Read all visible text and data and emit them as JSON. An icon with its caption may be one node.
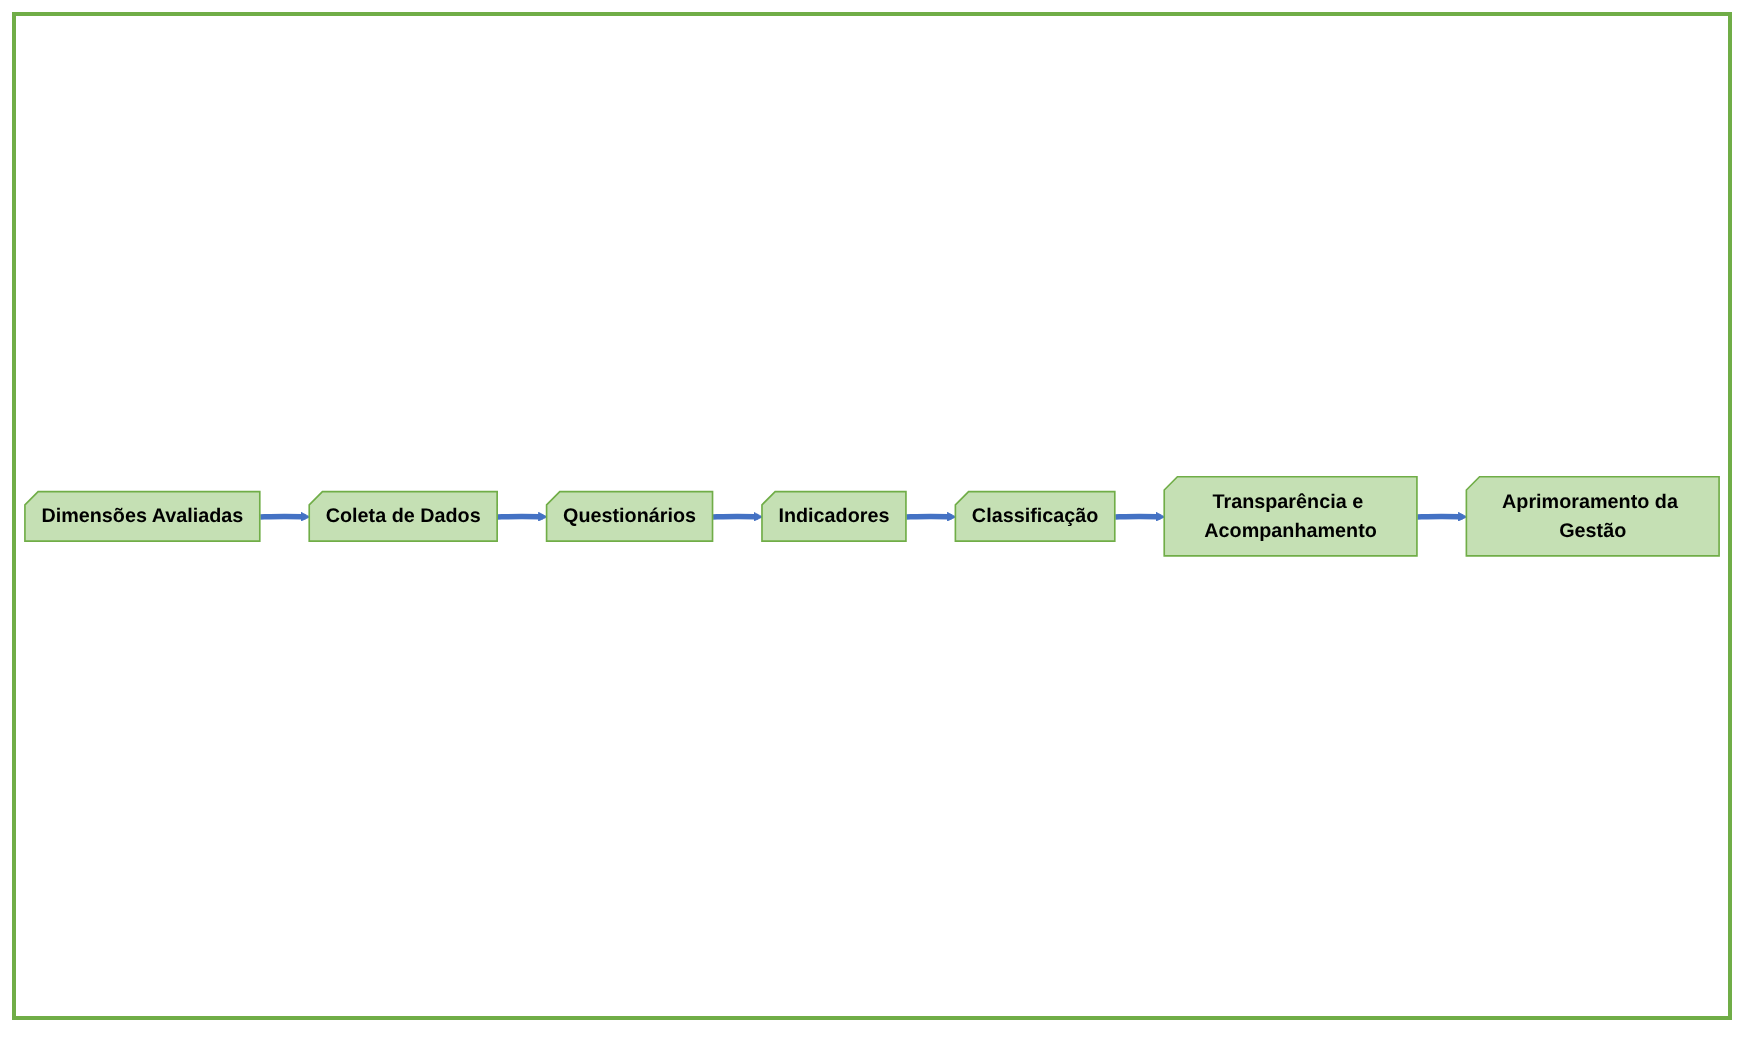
{
  "diagram": {
    "nodes": [
      {
        "text": [
          "Dimensões Avaliadas"
        ]
      },
      {
        "text": [
          "Coleta de Dados"
        ]
      },
      {
        "text": [
          "Questionários"
        ]
      },
      {
        "text": [
          "Transparência e Acompanhamento"
        ]
      },
      {
        "text": [
          "Classificação"
        ]
      },
      {
        "text": [
          "Indicadores"
        ]
      },
      {
        "text": [
          "Aprimoramento da Gestão"
        ]
      }
    ],
    "edges": [
      {
        "from": 0,
        "to": 1,
        "arrow": "to"
      },
      {
        "from": 1,
        "to": 2,
        "arrow": "to"
      },
      {
        "from": 2,
        "to": 5,
        "arrow": "to"
      },
      {
        "from": 5,
        "to": 4,
        "arrow": "to"
      },
      {
        "from": 4,
        "to": 3,
        "arrow": "to"
      },
      {
        "from": 3,
        "to": 6,
        "arrow": "to"
      }
    ]
  }
}
